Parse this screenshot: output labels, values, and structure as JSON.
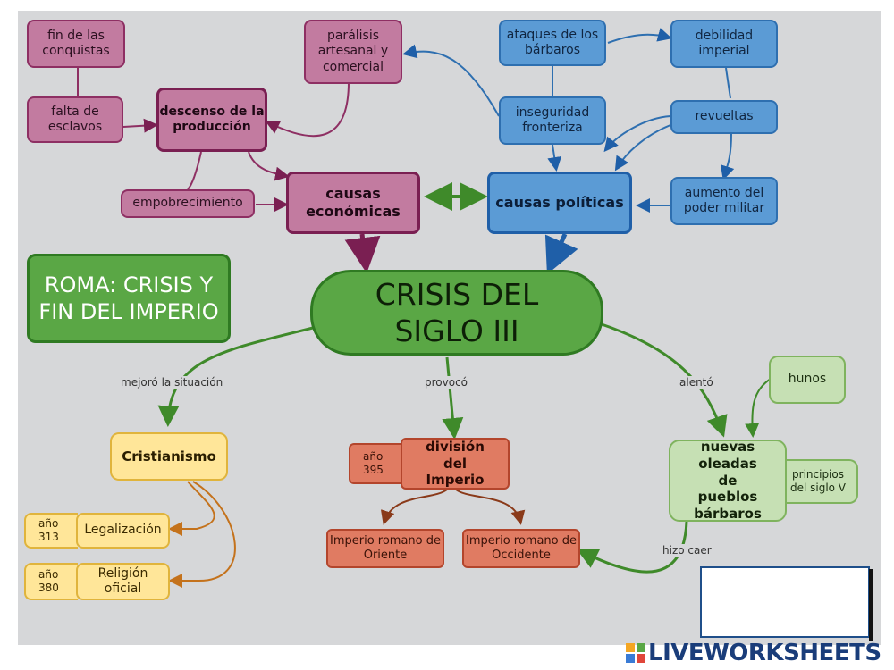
{
  "nodes": {
    "fin_conquistas": "fin de las conquistas",
    "falta_esclavos": "falta de esclavos",
    "descenso_produccion": "descenso de la producción",
    "paralisis": "parálisis artesanal y comercial",
    "empobrecimiento": "empobrecimiento",
    "causas_economicas": "causas económicas",
    "ataques_barbaros": "ataques de los bárbaros",
    "debilidad_imperial": "debilidad imperial",
    "inseguridad_fronteriza": "inseguridad fronteriza",
    "revueltas": "revueltas",
    "causas_politicas": "causas políticas",
    "aumento_poder_militar": "aumento del poder militar",
    "roma_title": "ROMA: CRISIS Y FIN DEL IMPERIO",
    "crisis": "CRISIS DEL SIGLO III",
    "cristianismo": "Cristianismo",
    "legalizacion_year": "año 313",
    "legalizacion": "Legalización",
    "religion_year": "año 380",
    "religion": "Religión oficial",
    "division_year": "año 395",
    "division": "división del Imperio",
    "oriente": "Imperio romano de Oriente",
    "occidente": "Imperio romano de Occidente",
    "oleadas": "nuevas oleadas de pueblos bárbaros",
    "hunos": "hunos",
    "principios": "principios del siglo V"
  },
  "links": {
    "mejoro": "mejoró la situación",
    "provoco": "provocó",
    "alento": "alentó",
    "hizo_caer": "hizo caer"
  },
  "brand": {
    "logo_text": "LIVEWORKSHEETS"
  },
  "colors": {
    "pink": "#c27ba0",
    "blue": "#5b9bd5",
    "green": "#5aa745",
    "yellow": "#ffe699",
    "red": "#e07b62",
    "light_green": "#c6e0b4"
  }
}
